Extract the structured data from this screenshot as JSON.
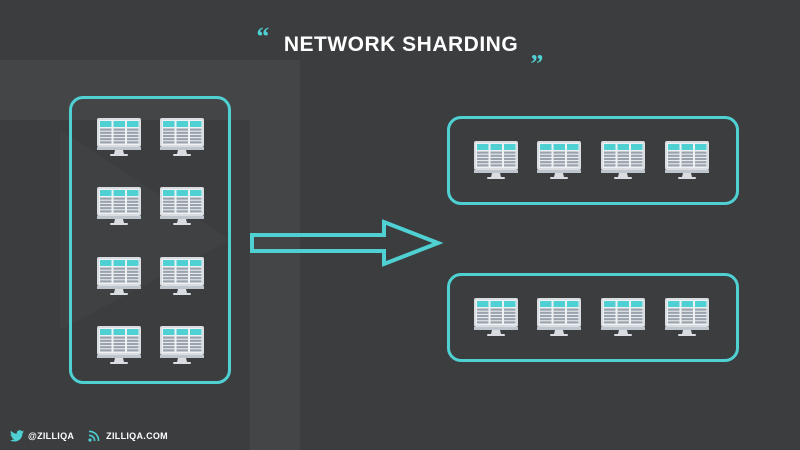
{
  "title": {
    "open_quote": "“",
    "text": "NETWORK SHARDING",
    "close_quote": "„"
  },
  "diagram": {
    "monitor_icon": "computer-monitor-icon",
    "arrow_icon": "right-arrow-icon",
    "source_group": {
      "node_count": 8
    },
    "target_groups": [
      {
        "node_count": 4
      },
      {
        "node_count": 4
      }
    ]
  },
  "footer": {
    "twitter_handle": "@ZILLIQA",
    "website": "ZILLIQA.COM",
    "twitter_icon": "twitter-bird-icon",
    "web_icon": "wifi-signal-icon"
  },
  "colors": {
    "background": "#3b3d3f",
    "accent": "#4fd1d4",
    "monitor_body": "#d9dde2",
    "monitor_screen": "#4fd1d4"
  }
}
